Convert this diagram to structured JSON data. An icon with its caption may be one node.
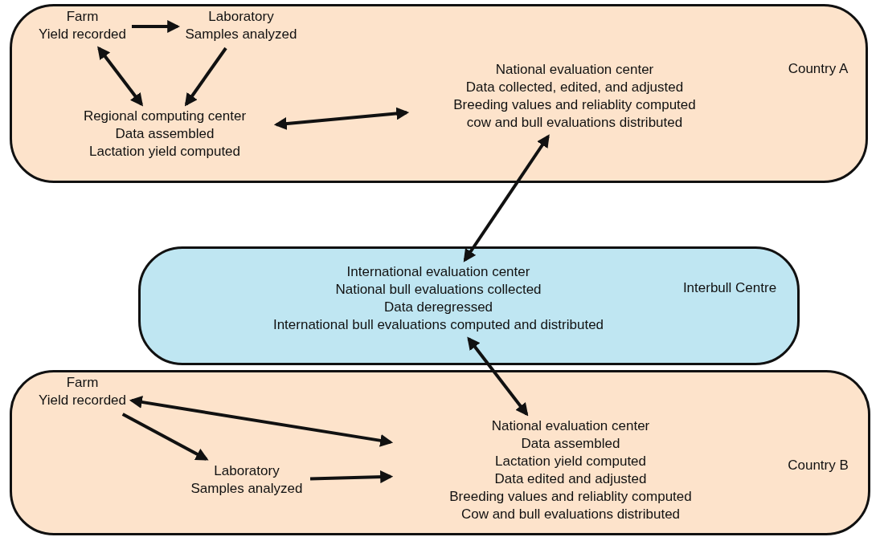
{
  "diagram": {
    "nodes": [
      {
        "text": [
          "Country A"
        ]
      },
      {
        "text": [
          "Farm",
          "Yield recorded"
        ],
        "in": 0
      },
      {
        "text": [
          "Laboratory",
          "Samples analyzed"
        ],
        "in": 0
      },
      {
        "text": [
          "Regional computing center",
          "Data assembled",
          "Lactation yield computed"
        ],
        "in": 0
      },
      {
        "text": [
          "National evaluation center",
          "Data collected, edited, and adjusted",
          "Breeding values and reliablity computed",
          "cow and bull evaluations distributed"
        ],
        "in": 0
      },
      {
        "text": [
          "Interbull Centre"
        ]
      },
      {
        "text": [
          "International evaluation center",
          "National bull evaluations collected",
          "Data deregressed",
          "International bull evaluations computed and distributed"
        ],
        "in": 5
      },
      {
        "text": [
          "Country B"
        ]
      },
      {
        "text": [
          "Farm",
          "Yield recorded"
        ],
        "in": 7
      },
      {
        "text": [
          "Laboratory",
          "Samples analyzed"
        ],
        "in": 7
      },
      {
        "text": [
          "National evaluation center",
          "Data assembled",
          "Lactation yield computed",
          "Data edited and adjusted",
          "Breeding values and reliablity computed",
          "Cow and bull evaluations distributed"
        ],
        "in": 7
      }
    ],
    "edges": [
      {
        "from": 1,
        "to": 2,
        "arrow": "to"
      },
      {
        "from": 1,
        "to": 3,
        "arrow": "both"
      },
      {
        "from": 2,
        "to": 3,
        "arrow": "to"
      },
      {
        "from": 3,
        "to": 4,
        "arrow": "both"
      },
      {
        "from": 4,
        "to": 6,
        "arrow": "both"
      },
      {
        "from": 6,
        "to": 10,
        "arrow": "both"
      },
      {
        "from": 8,
        "to": 10,
        "arrow": "both"
      },
      {
        "from": 8,
        "to": 9,
        "arrow": "to"
      },
      {
        "from": 9,
        "to": 10,
        "arrow": "to"
      }
    ]
  }
}
